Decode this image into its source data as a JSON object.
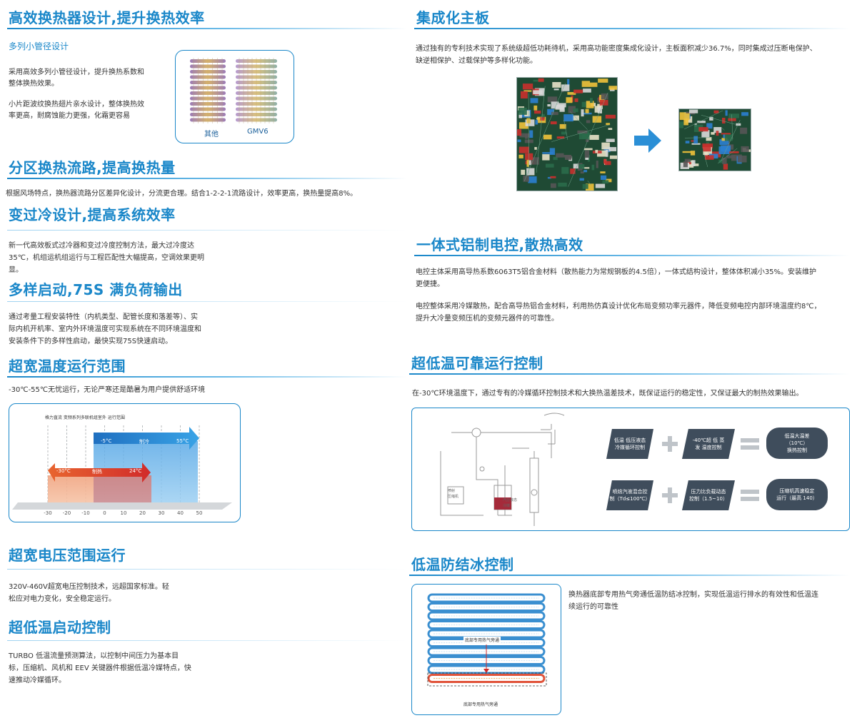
{
  "left": {
    "s1": {
      "title": "高效换热器设计,提升换热效率",
      "subtitle": "多列小管径设计",
      "p1_l1": "采用高效多列小管径设计，提升换热系数和",
      "p1_l2": "整体换热效果。",
      "p2_l1": "小片距波纹换热翅片亲水设计，整体换热效",
      "p2_l2": "率更高，耐腐蚀能力更强，化霜更容易",
      "fig_label_a": "其他",
      "fig_label_b": "GMV6"
    },
    "s2": {
      "title": "分区换热流路,提高换热量",
      "text": "根据风场特点，换热器流路分区差异化设计，分流更合理。结合1-2-2-1流路设计，效率更高，换热量提高8%。"
    },
    "s3": {
      "title": "变过冷设计,提高系统效率",
      "l1": "新一代高效板式过冷器和变过冷度控制方法，最大过冷度达",
      "l2": "35℃，机组运机组运行与工程匹配性大幅提高，空调效果更明",
      "l3": "显。"
    },
    "s4": {
      "title": "多样启动,75S 满负荷输出",
      "l1": "通过考量工程安装特性（内机类型、配管长度和落差等）、实",
      "l2": "际内机开机率、室内外环境温度可实现系统在不同环境温度和",
      "l3": "安装条件下的多样性启动，最快实现75S快速启动。"
    },
    "s5": {
      "title": "超宽温度运行范围",
      "text": "-30℃-55℃无忧运行，无论严寒还是酷暑为用户提供舒适环境",
      "chart_title": "格力直流 变频系列多联机组室外 运行范围",
      "cool_label": "制冷",
      "cool_min": "-5°C",
      "cool_max": "55°C",
      "heat_label": "制热",
      "heat_min": "-30°C",
      "heat_max": "24°C",
      "ticks": [
        "-30",
        "-20",
        "-10",
        "0",
        "10",
        "20",
        "30",
        "40",
        "50"
      ]
    },
    "s6": {
      "title": "超宽电压范围运行",
      "l1": "320V-460V超宽电压控制技术，远超国家标准。轻",
      "l2": "松应对电力变化，安全稳定运行。"
    },
    "s7": {
      "title": "超低温启动控制",
      "l1": "TURBO 低温流量预测算法，以控制中间压力为基本目",
      "l2": "标，压缩机、风机和 EEV 关键器件根据低温冷媒特点，快",
      "l3": "速推动冷媒循环。"
    }
  },
  "right": {
    "s1": {
      "title": "集成化主板",
      "l1": "通过独有的专利技术实现了系统级超低功耗待机，采用高功能密度集成化设计，主板面积减少36.7%，同时集成过压断电保护、",
      "l2": "缺逆相保护、过载保护等多样化功能。"
    },
    "s2": {
      "title": "一体式铝制电控,散热高效",
      "p1_l1": "电控主体采用高导热系数6063T5铝合金材料（散热能力为常规钢板的4.5倍），一体式结构设计，整体体积减小35%。安装维护",
      "p1_l2": "更便捷。",
      "p2_l1": "电控整体采用冷媒散热，配合高导热铝合金材料，利用热仿真设计优化布局变频功率元器件，降低变频电控内部环境温度约8℃，",
      "p2_l2": "提升大冷量变频压机的变频元器件的可靠性。"
    },
    "s3": {
      "title": "超低温可靠运行控制",
      "text": "在-30℃环境温度下，通过专有的冷媒循环控制技术和大换热温差技术，既保证运行的稳定性，又保证最大的制热效果输出。",
      "pill1_l1": "低温 低压液态",
      "pill1_l2": "冷媒循环控制",
      "pill2_l1": "-40℃超 低 蒸",
      "pill2_l2": "发 温度控制",
      "pill3_l1": "低温大温差",
      "pill3_l2": "（10℃）",
      "pill3_l3": "换热控制",
      "pill4_l1": "喷焓汽液混合控",
      "pill4_l2": "制（Td≤100℃）",
      "pill5_l1": "压力比负载动态",
      "pill5_l2": "控制（1.5~10）",
      "pill6_l1": "压缩机高速稳定",
      "pill6_l2": "运行（最高 140）",
      "diag_label1": "喷射",
      "diag_label2": "压缩机",
      "diag_label3": "汽分液态",
      "diag_label4": "冷媒"
    },
    "s4": {
      "title": "低温防结冰控制",
      "l1": "换热器底部专用热气旁通低温防结冰控制，实现低温运行排水的有效性和低温连",
      "l2": "续运行的可靠性",
      "fig_label_inner": "底部专用热气旁通",
      "fig_label_bottom": "底部专用热气旁通"
    }
  }
}
